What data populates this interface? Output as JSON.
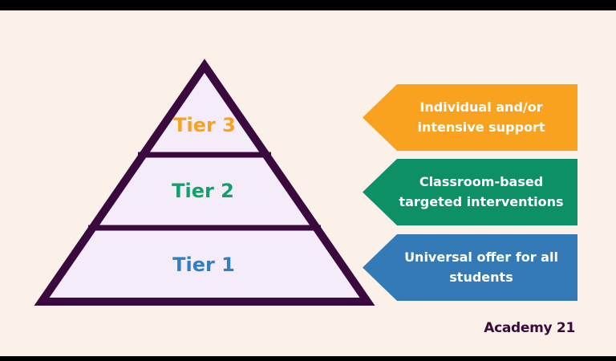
{
  "slide": {
    "background_color": "#FBF1E8",
    "letterbox_color": "#000000"
  },
  "pyramid": {
    "fill_color": "#F4ECF8",
    "border_color": "#3A0A3F",
    "tiers": [
      {
        "label": "Tier 3",
        "label_color": "#F9A21F"
      },
      {
        "label": "Tier 2",
        "label_color": "#12A06C"
      },
      {
        "label": "Tier 1",
        "label_color": "#2E80C4"
      }
    ]
  },
  "banners": [
    {
      "line1": "Individual and/or",
      "line2": "intensive support",
      "color": "#F9A21F"
    },
    {
      "line1": "Classroom-based",
      "line2": "targeted interventions",
      "color": "#0E9066"
    },
    {
      "line1": "Universal offer for all",
      "line2": "students",
      "color": "#337AB7"
    }
  ],
  "footer": {
    "brand": "Academy 21",
    "brand_color": "#3A0A3F"
  }
}
